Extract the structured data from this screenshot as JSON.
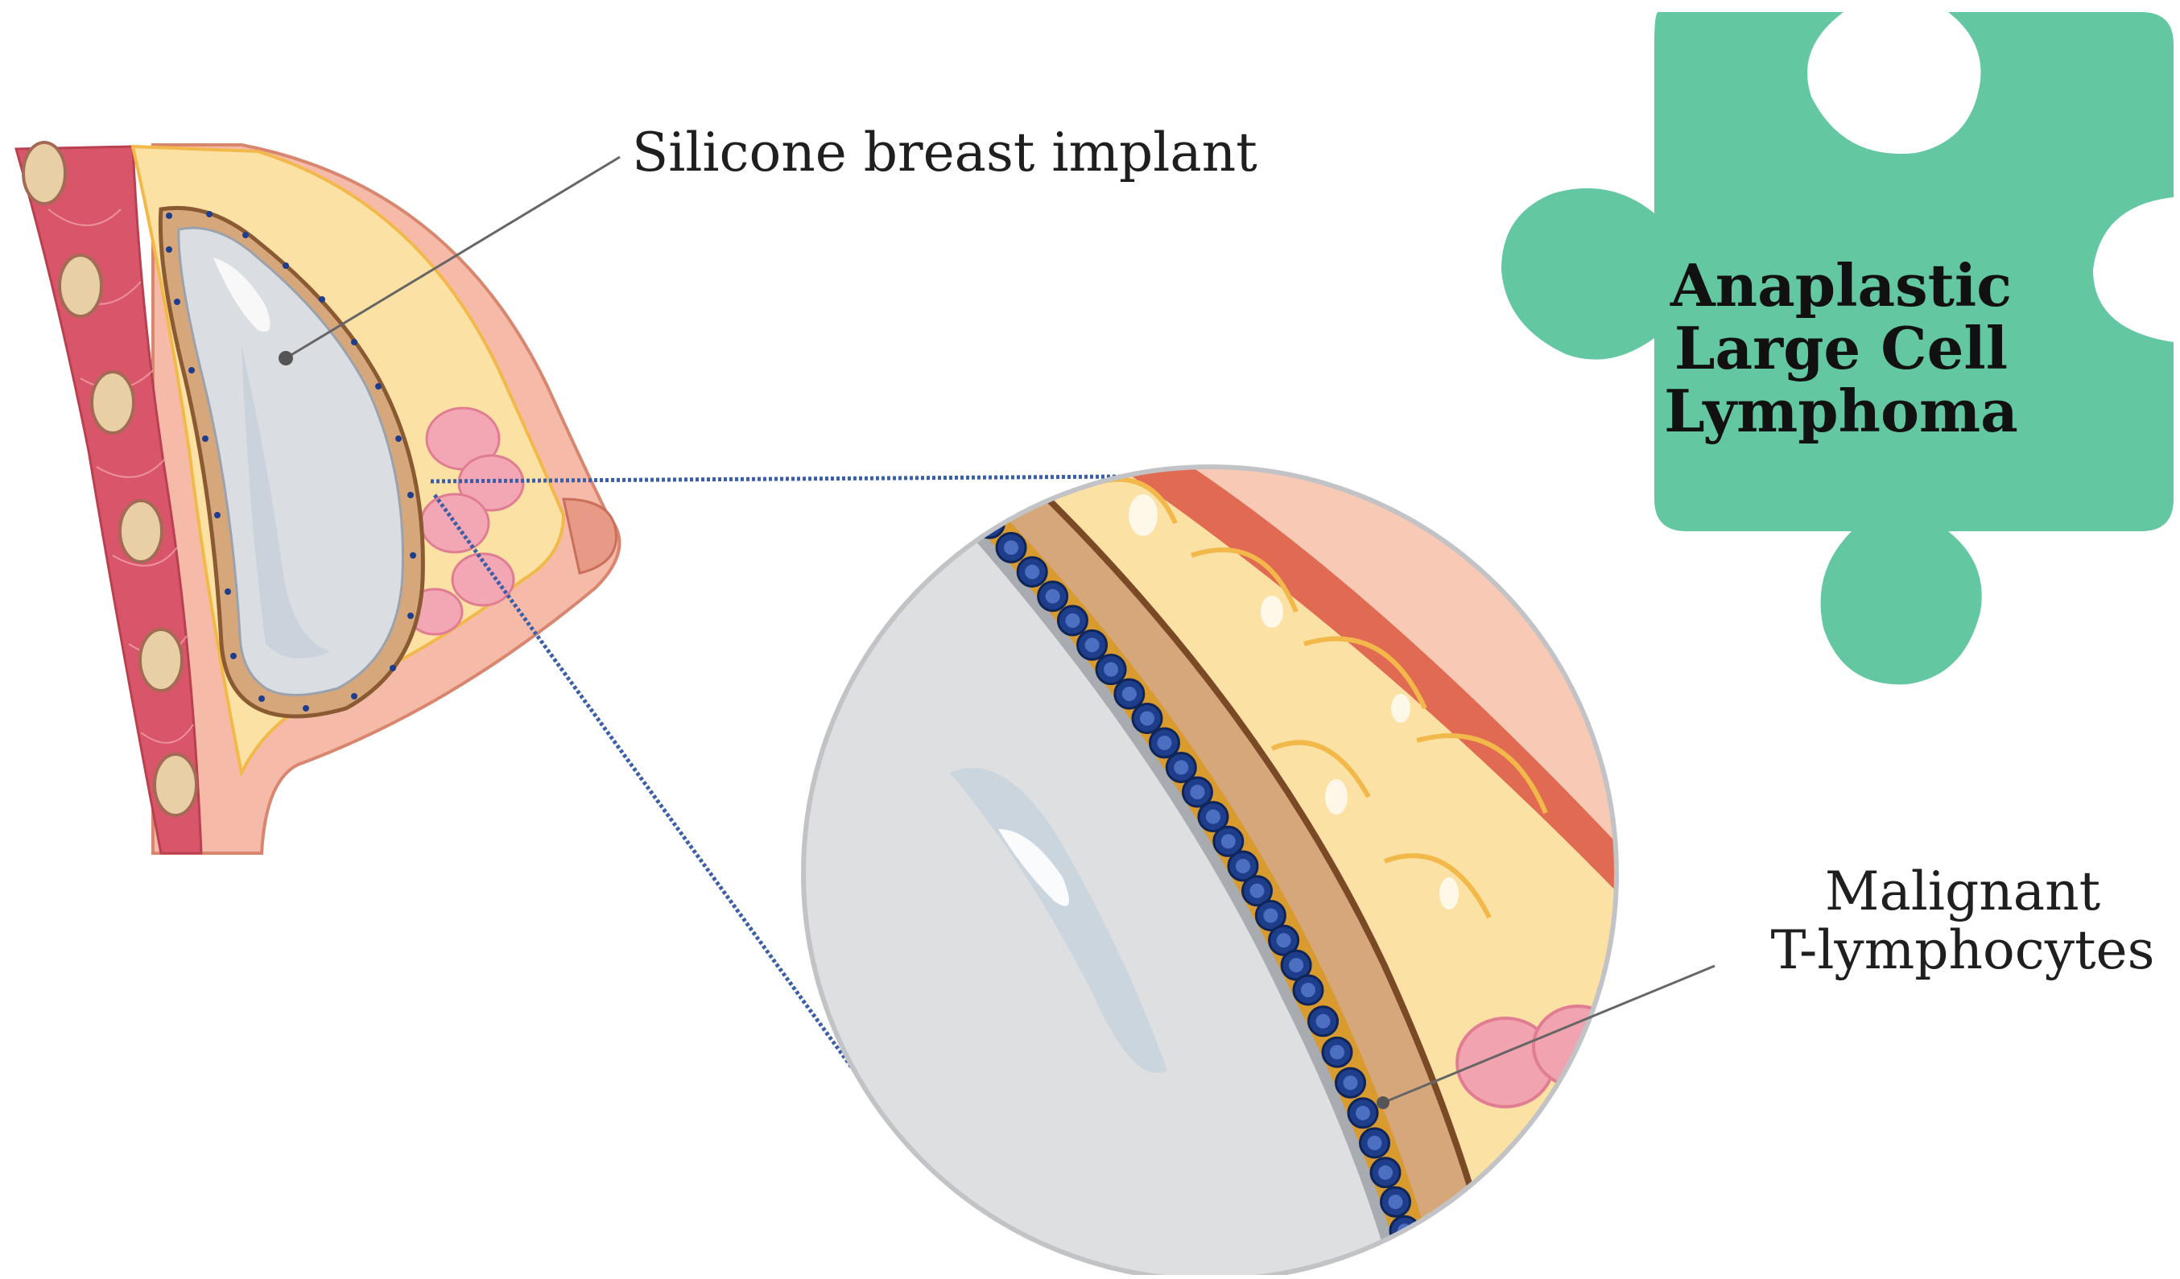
{
  "labels": {
    "implant": "Silicone breast implant",
    "cells_line1": "Malignant",
    "cells_line2": "T-lymphocytes"
  },
  "puzzle": {
    "line1": "Anaplastic",
    "line2": "Large Cell",
    "line3": "Lymphoma"
  },
  "colors": {
    "puzzle_green": "#63c7a1",
    "skin": "#f5b8a4",
    "muscle": "#d9566a",
    "fat": "#fbe1a3",
    "capsule": "#d7a77c",
    "implant_gel": "#dadde2",
    "cell_blue": "#1e3e8c",
    "zoom_line": "#3b5ea8"
  }
}
